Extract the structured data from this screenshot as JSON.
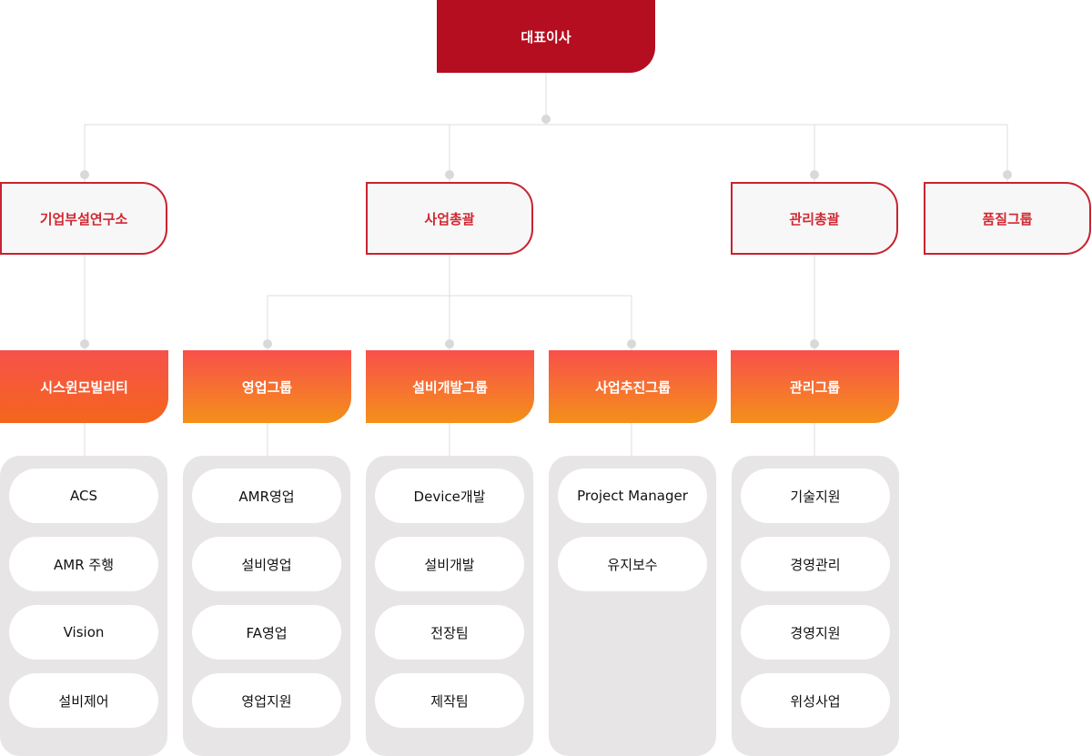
{
  "colors": {
    "ceo_fill": "#b50e20",
    "division_border": "#c8232f",
    "division_text": "#d02832",
    "group_gradient_top": "#f8504a",
    "group_gradient_bottom": "#f4901a",
    "panel_fill": "#e7e5e6",
    "connector": "#dddddd"
  },
  "ceo": {
    "label": "대표이사"
  },
  "divisions": [
    {
      "label": "기업부설연구소"
    },
    {
      "label": "사업총괄"
    },
    {
      "label": "관리총괄"
    },
    {
      "label": "품질그룹"
    }
  ],
  "groups": [
    {
      "label": "시스윈모빌리티",
      "items": [
        "ACS",
        "AMR 주행",
        "Vision",
        "설비제어"
      ]
    },
    {
      "label": "영업그룹",
      "items": [
        "AMR영업",
        "설비영업",
        "FA영업",
        "영업지원"
      ]
    },
    {
      "label": "설비개발그룹",
      "items": [
        "Device개발",
        "설비개발",
        "전장팀",
        "제작팀"
      ]
    },
    {
      "label": "사업추진그룹",
      "items": [
        "Project Manager",
        "유지보수"
      ]
    },
    {
      "label": "관리그룹",
      "items": [
        "기술지원",
        "경영관리",
        "경영지원",
        "위성사업"
      ]
    }
  ]
}
